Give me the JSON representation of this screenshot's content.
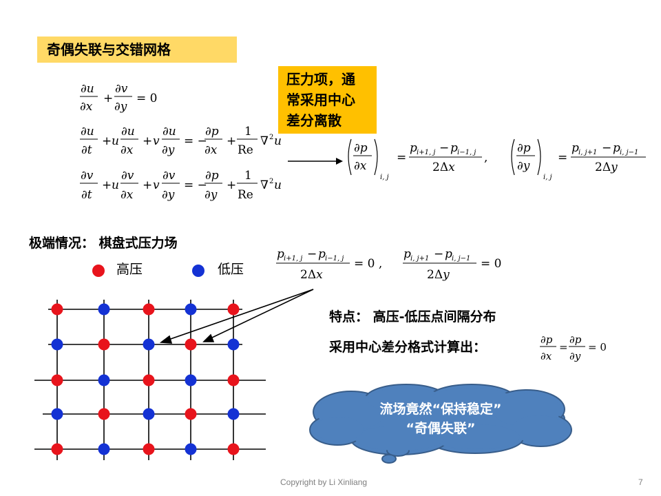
{
  "title": "奇偶失联与交错网格",
  "note": [
    "压力项，通",
    "常采用中心",
    "差分离散"
  ],
  "extreme_case_label": "极端情况： 棋盘式压力场",
  "legend": {
    "high_label": "高压",
    "high_color": "#e8141c",
    "low_label": "低压",
    "low_color": "#1432d4"
  },
  "feature_label": "特点： 高压-低压点间隔分布",
  "compute_label": "采用中心差分格式计算出：",
  "cloud": [
    "流场竟然“保持稳定”",
    "“奇偶失联”"
  ],
  "footer": {
    "copyright": "Copyright by Li Xinliang",
    "page": "7"
  }
}
